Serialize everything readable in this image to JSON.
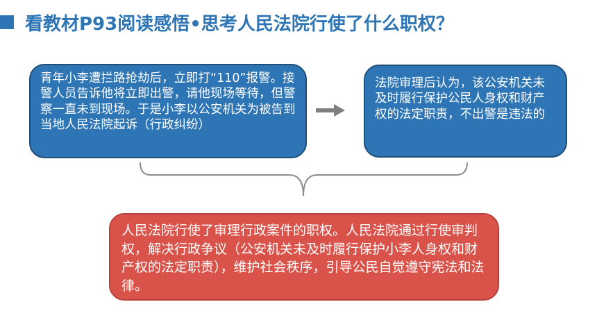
{
  "title": "看教材P93阅读感悟•思考人民法院行使了什么职权？",
  "case_box": "青年小李遭拦路抢劫后，立即打“110”报警。接警人员告诉他将立即出警，请他现场等待，但警察一直未到现场。于是小李以公安机关为被告到当地人民法院起诉（行政纠纷）",
  "court_box": "法院审理后认为，该公安机关未及时履行保护公民人身权和财产权的法定职责，不出警是违法的",
  "conclusion_box": "人民法院行使了审理行政案件的职权。人民法院通过行使审判权，解决行政争议（公安机关未及时履行保护小李人身权和财产权的法定职责），维护社会秩序，引导公民自觉遵守宪法和法律。",
  "colors": {
    "accent": "#2e75b6",
    "blue_box": "#2e75b6",
    "red_box": "#d9534a",
    "arrow": "#7f7f7f"
  },
  "icons": {
    "title_marker": "square-icon",
    "flow": "right-arrow-icon",
    "grouping": "brace-icon"
  }
}
